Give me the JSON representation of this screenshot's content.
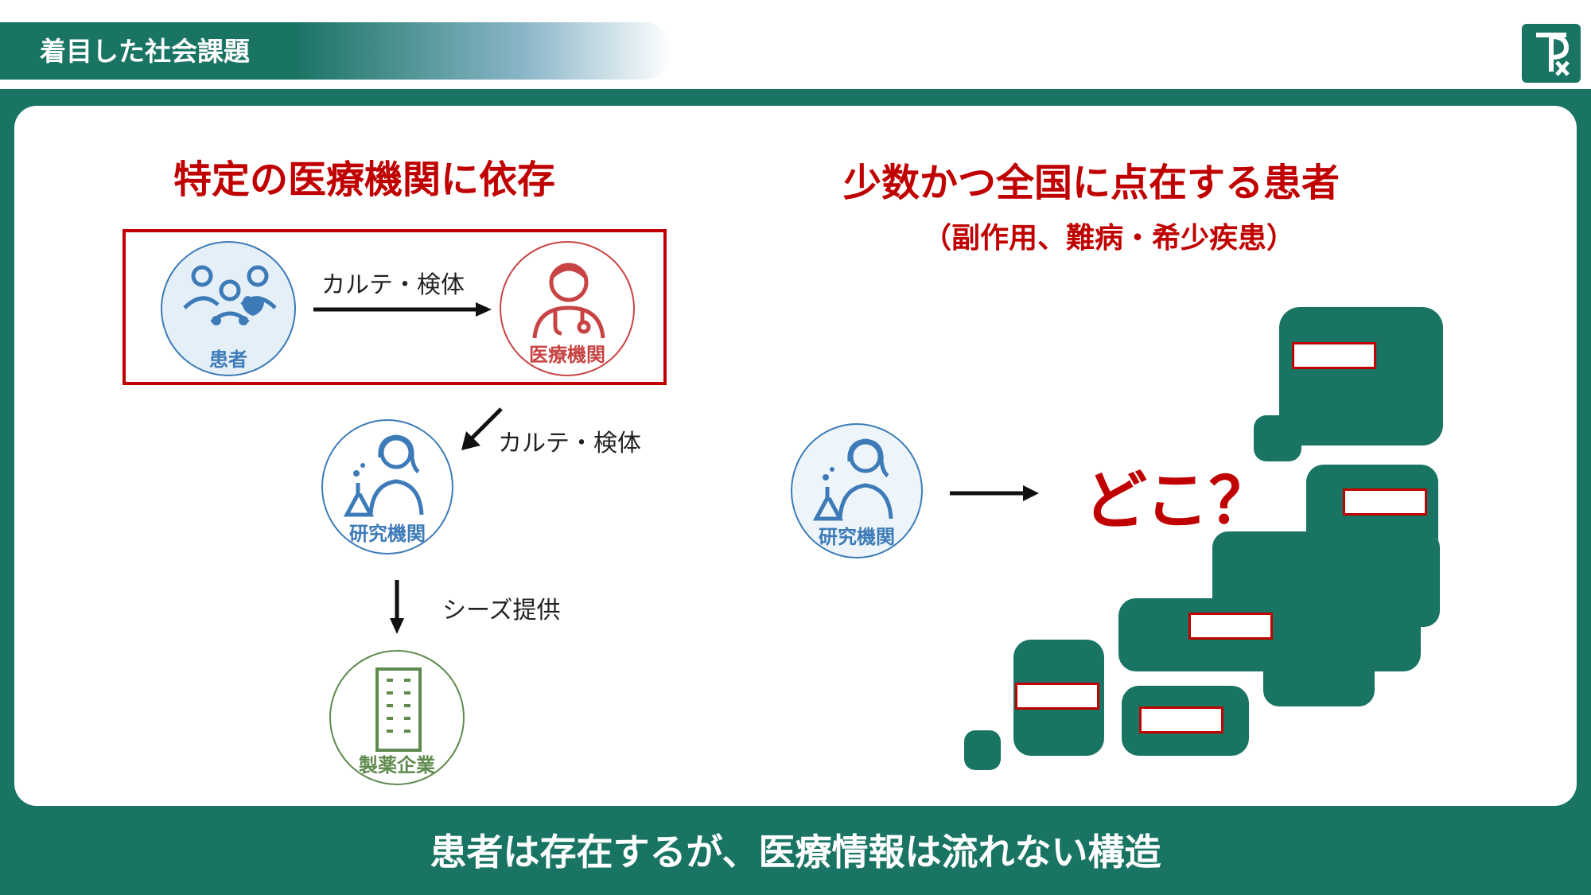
{
  "header": {
    "title": "着目した社会課題"
  },
  "left": {
    "heading": "特定の医療機関に依存",
    "patient_label": "患者",
    "medical_label": "医療機関",
    "research_label": "研究機関",
    "pharma_label": "製薬企業",
    "arrow1_label": "カルテ・検体",
    "arrow2_label": "カルテ・検体",
    "arrow3_label": "シーズ提供"
  },
  "right": {
    "heading": "少数かつ全国に点在する患者",
    "subheading": "（副作用、難病・希少疾患）",
    "research_label": "研究機関",
    "question": "どこ？"
  },
  "footer": {
    "text": "患者は存在するが、医療情報は流れない構造"
  },
  "colors": {
    "brand": "#1a7464",
    "accent_red": "#c00000",
    "icon_blue": "#3d7bb8",
    "icon_green": "#5f8a4e"
  }
}
